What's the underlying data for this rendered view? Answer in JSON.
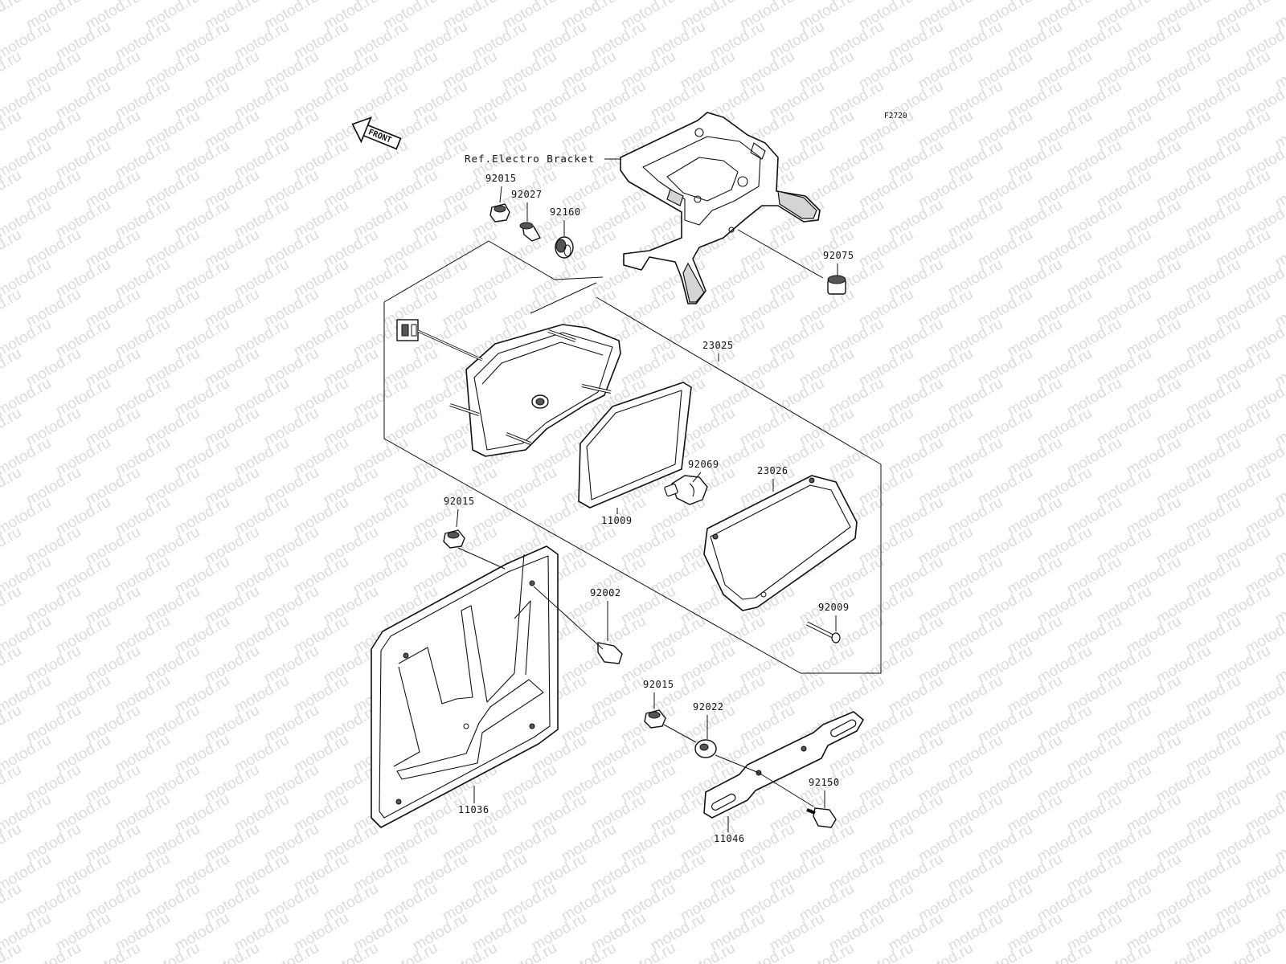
{
  "diagram": {
    "figure_code": "F2720",
    "front_arrow_label": "FRONT",
    "reference_label": "Ref.Electro Bracket",
    "watermark": "motod.ru",
    "callouts": [
      {
        "id": "c-92015-a",
        "text": "92015"
      },
      {
        "id": "c-92027",
        "text": "92027"
      },
      {
        "id": "c-92160",
        "text": "92160"
      },
      {
        "id": "c-92075",
        "text": "92075"
      },
      {
        "id": "c-23025",
        "text": "23025"
      },
      {
        "id": "c-92069",
        "text": "92069"
      },
      {
        "id": "c-23026",
        "text": "23026"
      },
      {
        "id": "c-11009",
        "text": "11009"
      },
      {
        "id": "c-92015-b",
        "text": "92015"
      },
      {
        "id": "c-92002",
        "text": "92002"
      },
      {
        "id": "c-92009",
        "text": "92009"
      },
      {
        "id": "c-92015-c",
        "text": "92015"
      },
      {
        "id": "c-92022",
        "text": "92022"
      },
      {
        "id": "c-92150",
        "text": "92150"
      },
      {
        "id": "c-11036",
        "text": "11036"
      },
      {
        "id": "c-11046",
        "text": "11046"
      }
    ]
  }
}
